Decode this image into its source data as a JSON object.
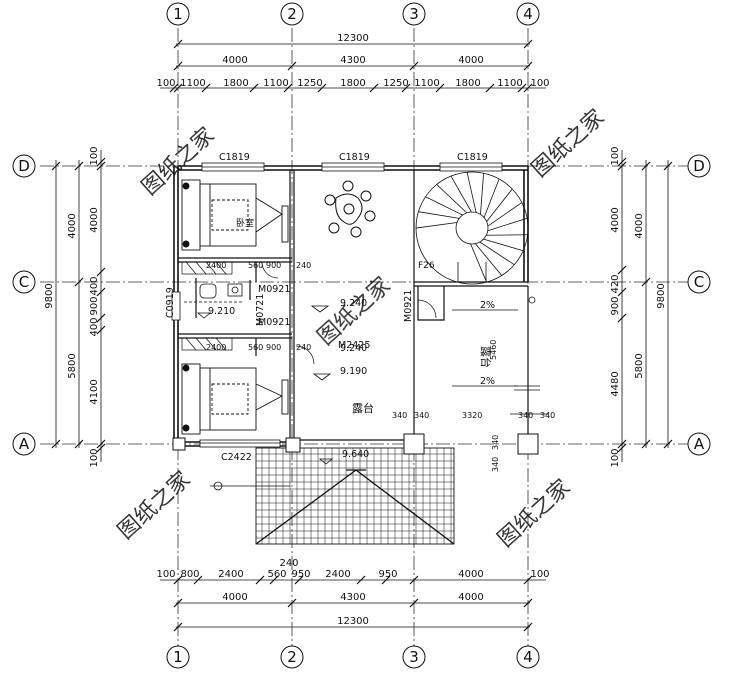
{
  "axes": {
    "columns": [
      "1",
      "2",
      "3",
      "4"
    ],
    "rows": [
      "D",
      "C",
      "A"
    ]
  },
  "dimensions": {
    "total_width": "12300",
    "bays": [
      "4000",
      "4300",
      "4000"
    ],
    "top_details": [
      "100",
      "1100",
      "1800",
      "1100",
      "1250",
      "1800",
      "1250",
      "1100",
      "1800",
      "1100",
      "100"
    ],
    "bottom_details": [
      "100",
      "800",
      "2400",
      "560",
      "950",
      "2400",
      "950",
      "4000",
      "100"
    ],
    "bottom_extra": "240",
    "left_total": "9800",
    "left_segments": [
      "4000",
      "5800"
    ],
    "left_details": [
      "100",
      "4000",
      "400",
      "900",
      "400",
      "4100",
      "100"
    ],
    "right_total": "9800",
    "right_segments": [
      "4000",
      "5800"
    ],
    "right_details": [
      "100",
      "4000",
      "420",
      "900",
      "4480",
      "100"
    ]
  },
  "windows": {
    "top": [
      "C1819",
      "C1819",
      "C1819"
    ],
    "bottom": "C2422",
    "left": "C0919"
  },
  "doors": [
    "M0921",
    "M0721",
    "M0921",
    "M2425",
    "M0921"
  ],
  "stair": "F26",
  "rooms": {
    "bedroom": "卧室",
    "terrace": "露台",
    "terrace_right": "露台"
  },
  "elevations": [
    "9.240",
    "9.210",
    "9.240",
    "9.190",
    "9.640"
  ],
  "slopes": [
    "2%",
    "2%"
  ],
  "partition_labels": [
    "2400",
    "560",
    "900",
    "240",
    "2400",
    "560",
    "900",
    "240",
    "340",
    "340",
    "3320",
    "340",
    "340",
    "5460",
    "340",
    "340"
  ],
  "watermark": "图纸之家"
}
